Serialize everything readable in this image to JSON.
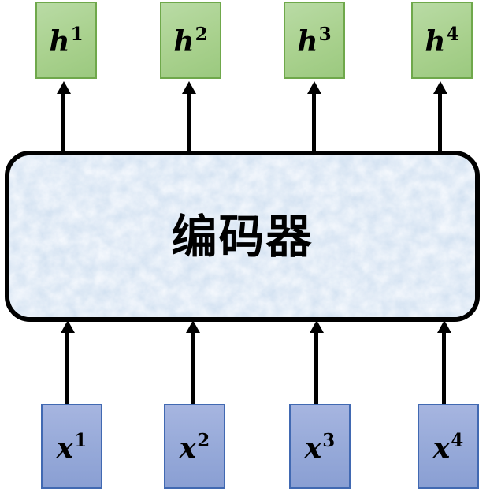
{
  "diagram": {
    "encoder_label": "编码器",
    "outputs": [
      {
        "base": "h",
        "sup": "1"
      },
      {
        "base": "h",
        "sup": "2"
      },
      {
        "base": "h",
        "sup": "3"
      },
      {
        "base": "h",
        "sup": "4"
      }
    ],
    "inputs": [
      {
        "base": "x",
        "sup": "1"
      },
      {
        "base": "x",
        "sup": "2"
      },
      {
        "base": "x",
        "sup": "3"
      },
      {
        "base": "x",
        "sup": "4"
      }
    ],
    "colors": {
      "output_box_fill": "#a9d18e",
      "output_box_border": "#6fa84b",
      "input_box_fill": "#97aad9",
      "input_box_border": "#4169b2",
      "encoder_fill": "#dbe7f4",
      "encoder_border": "#000000",
      "arrow": "#000000"
    }
  }
}
